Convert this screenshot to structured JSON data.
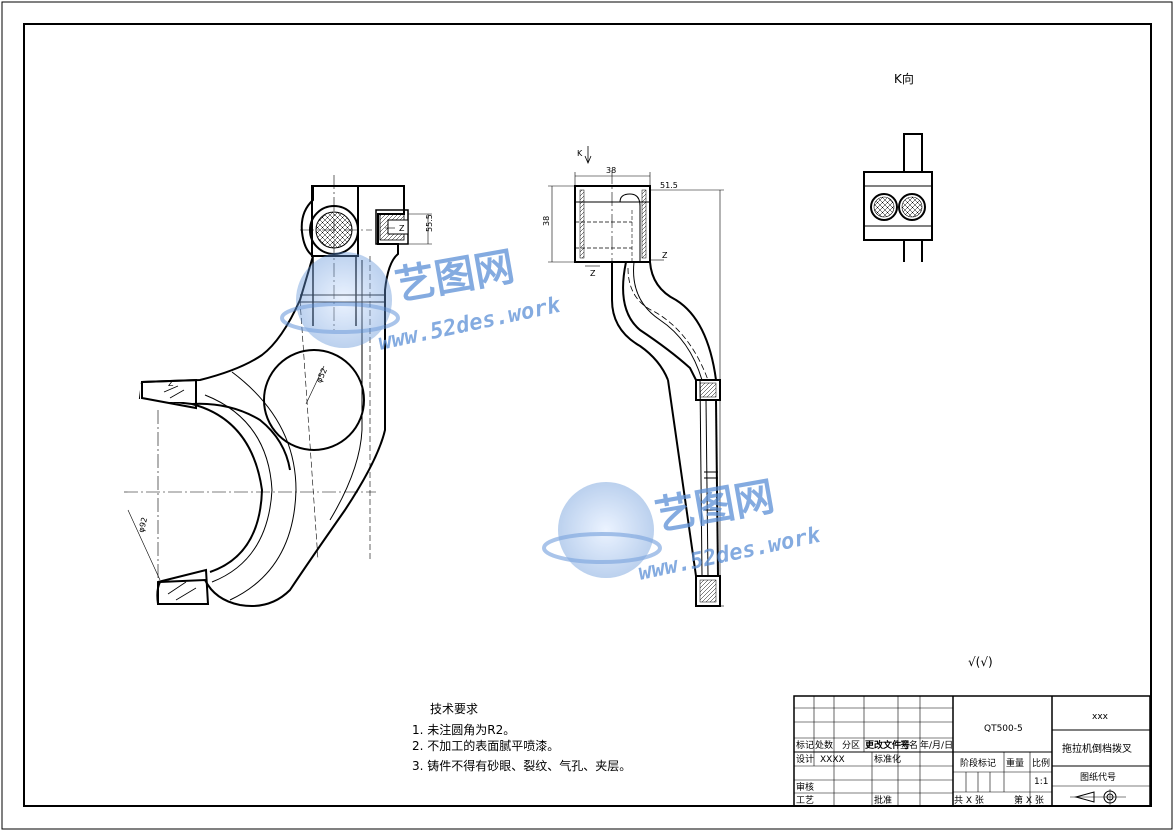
{
  "views": {
    "k_view_label": "K向",
    "k_arrow_label": "K"
  },
  "dimensions": {
    "d_r55": "55.5",
    "d_z_top": "Z",
    "d_phi52": "φ52",
    "d_phi92": "φ92",
    "d_z_left": "Z",
    "d_38_top": "38",
    "d_38_side": "38",
    "d_515": "51.5",
    "d_z_mid": "Z",
    "d_z_side": "Z"
  },
  "roughness": {
    "symbol": "√(√)"
  },
  "tech_notes": {
    "title": "技术要求",
    "items": [
      "1. 未注圆角为R2。",
      "2. 不加工的表面腻平喷漆。",
      "3. 铸件不得有砂眼、裂纹、气孔、夹层。"
    ]
  },
  "title_block": {
    "material": "QT500-5",
    "company": "xxx",
    "part_name": "拖拉机倒档拨叉",
    "drawing_code_label": "图纸代号",
    "row_labels": {
      "mark": "标记",
      "count": "处数",
      "zone": "分区",
      "change_doc": "更改文件号",
      "sign": "签名",
      "date": "年/月/日",
      "design": "设计",
      "design_name": "XXXX",
      "standardize": "标准化",
      "review": "审核",
      "process": "工艺",
      "approve": "批准"
    },
    "stage_label": "阶段标记",
    "weight_label": "重量",
    "scale_label": "比例",
    "scale_value": "1:1",
    "sheets_total": "共 X 张",
    "sheet_num": "第 X 张"
  },
  "watermark": {
    "cn": "艺图网",
    "url": "www.52des.work"
  }
}
